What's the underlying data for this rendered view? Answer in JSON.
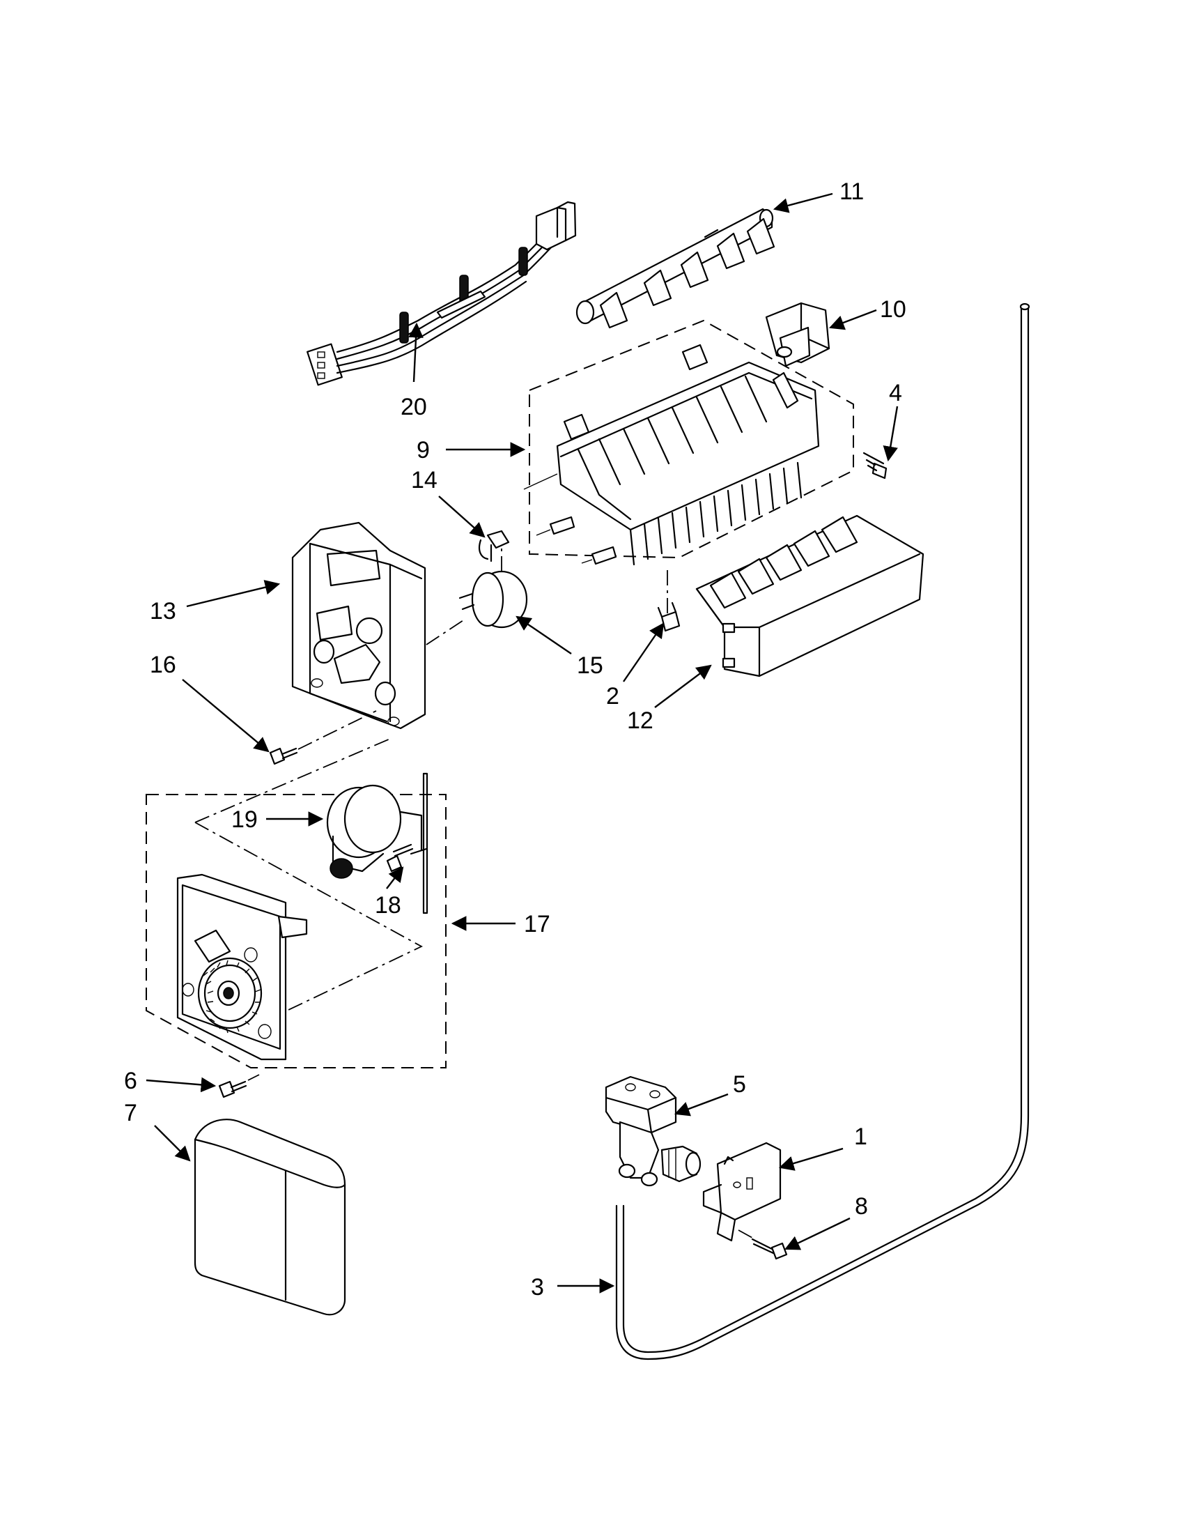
{
  "callouts": {
    "p1": "1",
    "p2": "2",
    "p3": "3",
    "p4": "4",
    "p5": "5",
    "p6": "6",
    "p7": "7",
    "p8": "8",
    "p9": "9",
    "p10": "10",
    "p11": "11",
    "p12": "12",
    "p13": "13",
    "p14": "14",
    "p15": "15",
    "p16": "16",
    "p17": "17",
    "p18": "18",
    "p19": "19",
    "p20": "20"
  },
  "colors": {
    "ink": "#000000",
    "paper": "#ffffff"
  }
}
